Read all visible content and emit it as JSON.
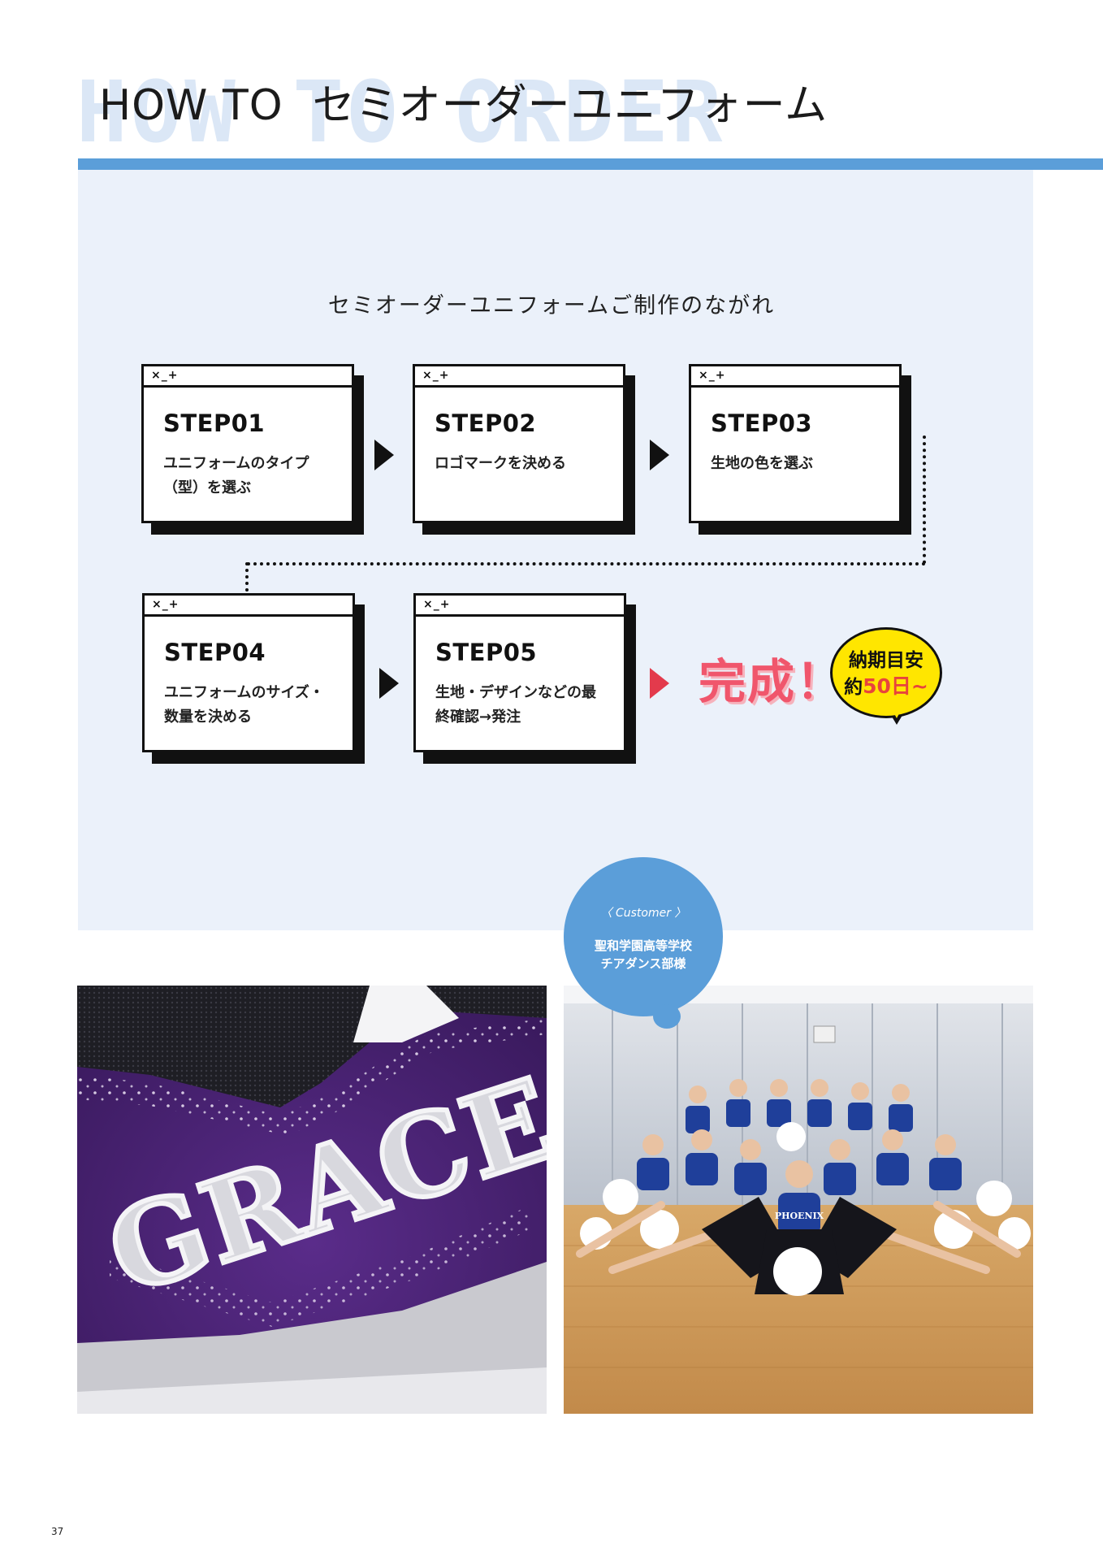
{
  "header": {
    "bg_word": "HOW TO ORDER",
    "title_en": "HOW TO",
    "title_jp": "セミオーダーユニフォーム"
  },
  "flow": {
    "heading": "セミオーダーユニフォームご制作のながれ",
    "window_controls": "×_+",
    "steps": [
      {
        "label": "STEP01",
        "desc_line1": "ユニフォームのタイプ",
        "desc_line2": "（型）を選ぶ"
      },
      {
        "label": "STEP02",
        "desc_line1": "ロゴマークを決める",
        "desc_line2": ""
      },
      {
        "label": "STEP03",
        "desc_line1": "生地の色を選ぶ",
        "desc_line2": ""
      },
      {
        "label": "STEP04",
        "desc_line1": "ユニフォームのサイズ・",
        "desc_line2": "数量を決める"
      },
      {
        "label": "STEP05",
        "desc_line1": "生地・デザインなどの最",
        "desc_line2": "終確認→発注"
      }
    ],
    "complete": "完成！",
    "lead_time": {
      "line1": "納期目安",
      "prefix": "約",
      "days": "50日~"
    }
  },
  "customer": {
    "label": "Customer",
    "name_line1": "聖和学園高等学校",
    "name_line2": "チアダンス部様"
  },
  "photos": {
    "left_text": "GRACE",
    "right_text": "PHOENIX"
  },
  "page_number": "37",
  "colors": {
    "accent_blue": "#5b9ed9",
    "panel_bg": "#ebf1fa",
    "complete_pink": "#f0566c",
    "bubble_yellow": "#ffe600"
  }
}
